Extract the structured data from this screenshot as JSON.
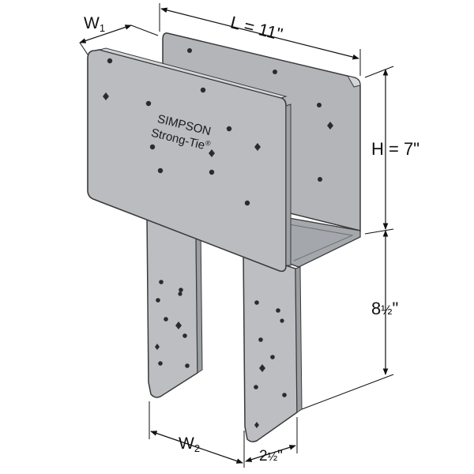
{
  "diagram": {
    "dimensions": {
      "w1": {
        "base": "W",
        "sub": "1"
      },
      "length": "L = 11\"",
      "height": "H = 7\"",
      "strap_length": {
        "whole": "8",
        "frac": "½",
        "unit": "\""
      },
      "w2": {
        "base": "W",
        "sub": "2"
      },
      "strap_width": {
        "whole": "2",
        "frac": "½",
        "unit": "\""
      }
    },
    "brand": {
      "line1": "SIMPSON",
      "line2": "Strong-Tie",
      "mark": "®"
    },
    "colors": {
      "metal_face": "#b9bbbe",
      "metal_dark": "#9ea1a5",
      "metal_light": "#cfd1d3",
      "outline": "#3a3a3a",
      "hole": "#2b2b2b"
    }
  }
}
